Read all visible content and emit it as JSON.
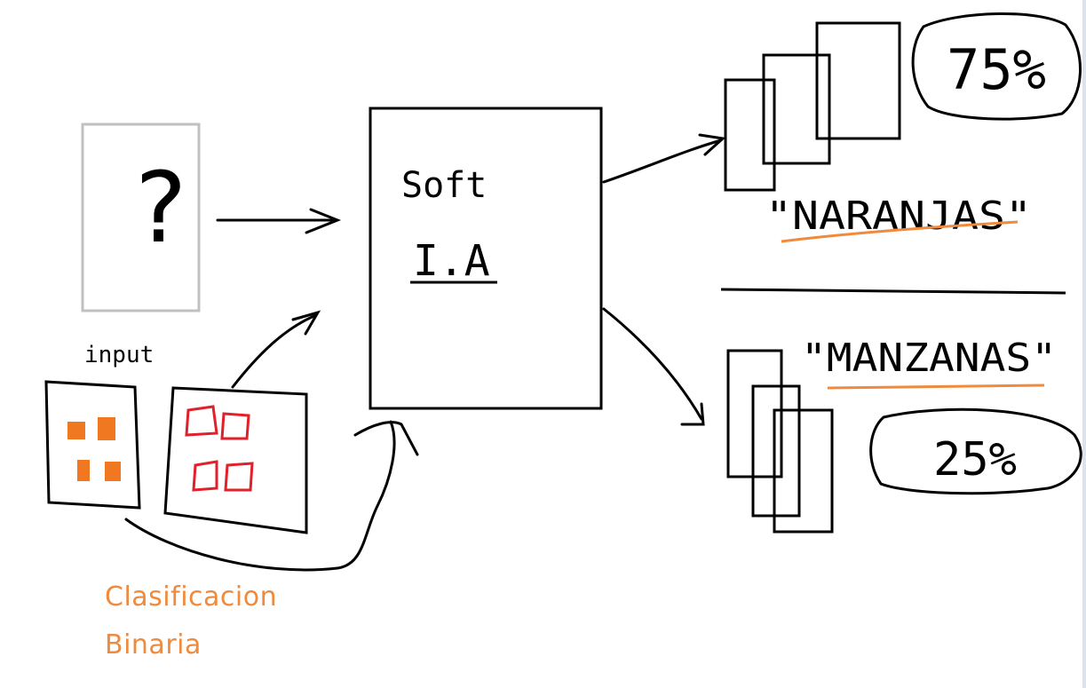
{
  "input_box": {
    "symbol": "?"
  },
  "input_label": "input",
  "model_box": {
    "line1": "Soft",
    "line2": "I.A"
  },
  "output_top": {
    "percent": "75%",
    "label": "\"NARANJAS\""
  },
  "output_bottom": {
    "percent": "25%",
    "label": "\"MANZANAS\""
  },
  "caption": {
    "line1": "Clasificacion",
    "line2": "Binaria"
  },
  "colors": {
    "ink": "#000000",
    "orange_accent": "#f08a3c",
    "orange_fruit": "#f07820",
    "red_apple": "#e0202a",
    "placeholder_border": "#c0c0c0"
  },
  "icons": [
    "orange-fruit-icon",
    "red-apple-icon"
  ]
}
